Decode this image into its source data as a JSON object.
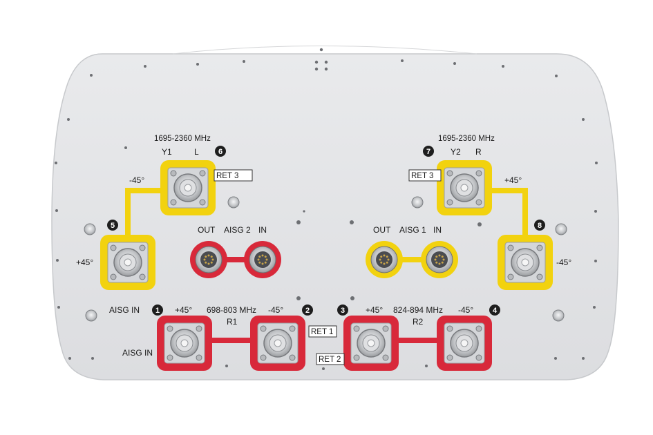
{
  "labels": {
    "tl_freq": "1695-2360 MHz",
    "tl_y1": "Y1",
    "tl_l": "L",
    "tr_freq": "1695-2360 MHz",
    "tr_y2": "Y2",
    "tr_r": "R",
    "ret3_left": "RET 3",
    "ret3_right": "RET 3",
    "ret1": "RET 1",
    "ret2": "RET 2",
    "p_m45_tl": "-45°",
    "p_p45_5": "+45°",
    "p_p45_tr": "+45°",
    "p_m45_8": "-45°",
    "aisg2_out": "OUT",
    "aisg2_name": "AISG 2",
    "aisg2_in": "IN",
    "aisg1_out": "OUT",
    "aisg1_name": "AISG 1",
    "aisg1_in": "IN",
    "aisg_in_top": "AISG IN",
    "aisg_in_side": "AISG IN",
    "r1_plus": "+45°",
    "r1_freq": "698-803 MHz",
    "r1_name": "R1",
    "r1_minus": "-45°",
    "r2_plus": "+45°",
    "r2_freq": "824-894 MHz",
    "r2_name": "R2",
    "r2_minus": "-45°"
  },
  "badges": [
    "1",
    "2",
    "3",
    "4",
    "5",
    "6",
    "7",
    "8"
  ],
  "colors": {
    "panel": "#e3e4e6",
    "yellow": "#f2d20f",
    "red": "#d8293a",
    "connector": "#c9cbcd"
  }
}
